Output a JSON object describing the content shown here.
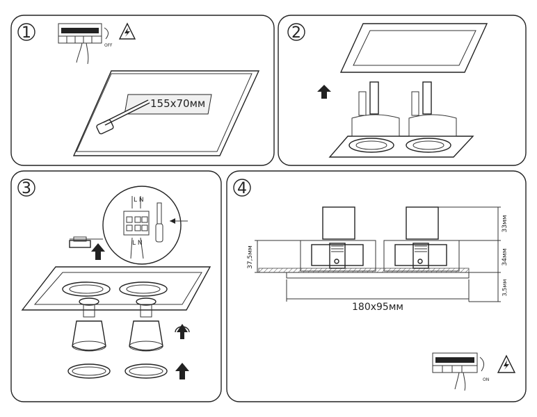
{
  "steps": [
    {
      "number": "1",
      "dimension": "155x70мм",
      "switch_label": "OFF"
    },
    {
      "number": "2"
    },
    {
      "number": "3",
      "terminal_top": "L N",
      "terminal_bottom": "L N"
    },
    {
      "number": "4",
      "width_label": "180x95мм",
      "dim_33": "33мм",
      "dim_34": "34мм",
      "dim_35": "3,5мм",
      "dim_375": "37,5мм",
      "switch_label": "ON"
    }
  ],
  "icons": [
    "hazard-icon",
    "up-arrow-icon",
    "rotate-icon",
    "screwdriver-icon",
    "saw-icon",
    "breaker-panel-icon"
  ]
}
